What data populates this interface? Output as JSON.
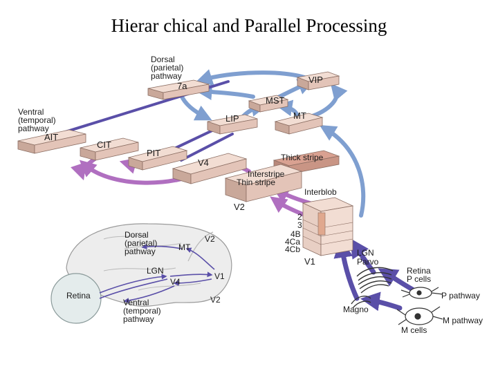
{
  "title": "Hierar chical and Parallel Processing",
  "pathways": {
    "dorsal": [
      "Dorsal",
      "(parietal)",
      "pathway"
    ],
    "ventral": [
      "Ventral",
      "(temporal)",
      "pathway"
    ]
  },
  "areas": {
    "a7": "7a",
    "vip": "VIP",
    "mst": "MST",
    "mt": "MT",
    "lip": "LIP",
    "ait": "AIT",
    "cit": "CIT",
    "pit": "PIT",
    "v4": "V4",
    "v2": "V2",
    "thick_stripe": "Thick stripe",
    "interstripe": "Interstripe",
    "thin_stripe": "Thin stripe",
    "interblob": "Interblob",
    "v1": "V1"
  },
  "layers": [
    "2",
    "3",
    "4B",
    "4Ca",
    "4Cb"
  ],
  "lgn": [
    "LGN",
    "Parvo"
  ],
  "magno": "Magno",
  "retina_p": [
    "Retina",
    "P cells"
  ],
  "p_pathway": "P pathway",
  "m_pathway": "M pathway",
  "m_cells": "M cells",
  "inset": {
    "dorsal": [
      "Dorsal",
      "(parietal)",
      "pathway"
    ],
    "ventral": [
      "Ventral",
      "(temporal)",
      "pathway"
    ],
    "mt": "MT",
    "v2_top": "V2",
    "v2_bottom": "V2",
    "lgn": "LGN",
    "v4": "V4",
    "v1": "V1",
    "retina": "Retina"
  },
  "colors": {
    "dorsal_arrow": "#7f9fd0",
    "ventral_arrow": "#b06fc0",
    "pathway_arrow": "#5a4fa8",
    "box_fill": "#f2ddd3",
    "box_side": "#c9a89a",
    "thick_stripe_fill": "#d9a191"
  }
}
